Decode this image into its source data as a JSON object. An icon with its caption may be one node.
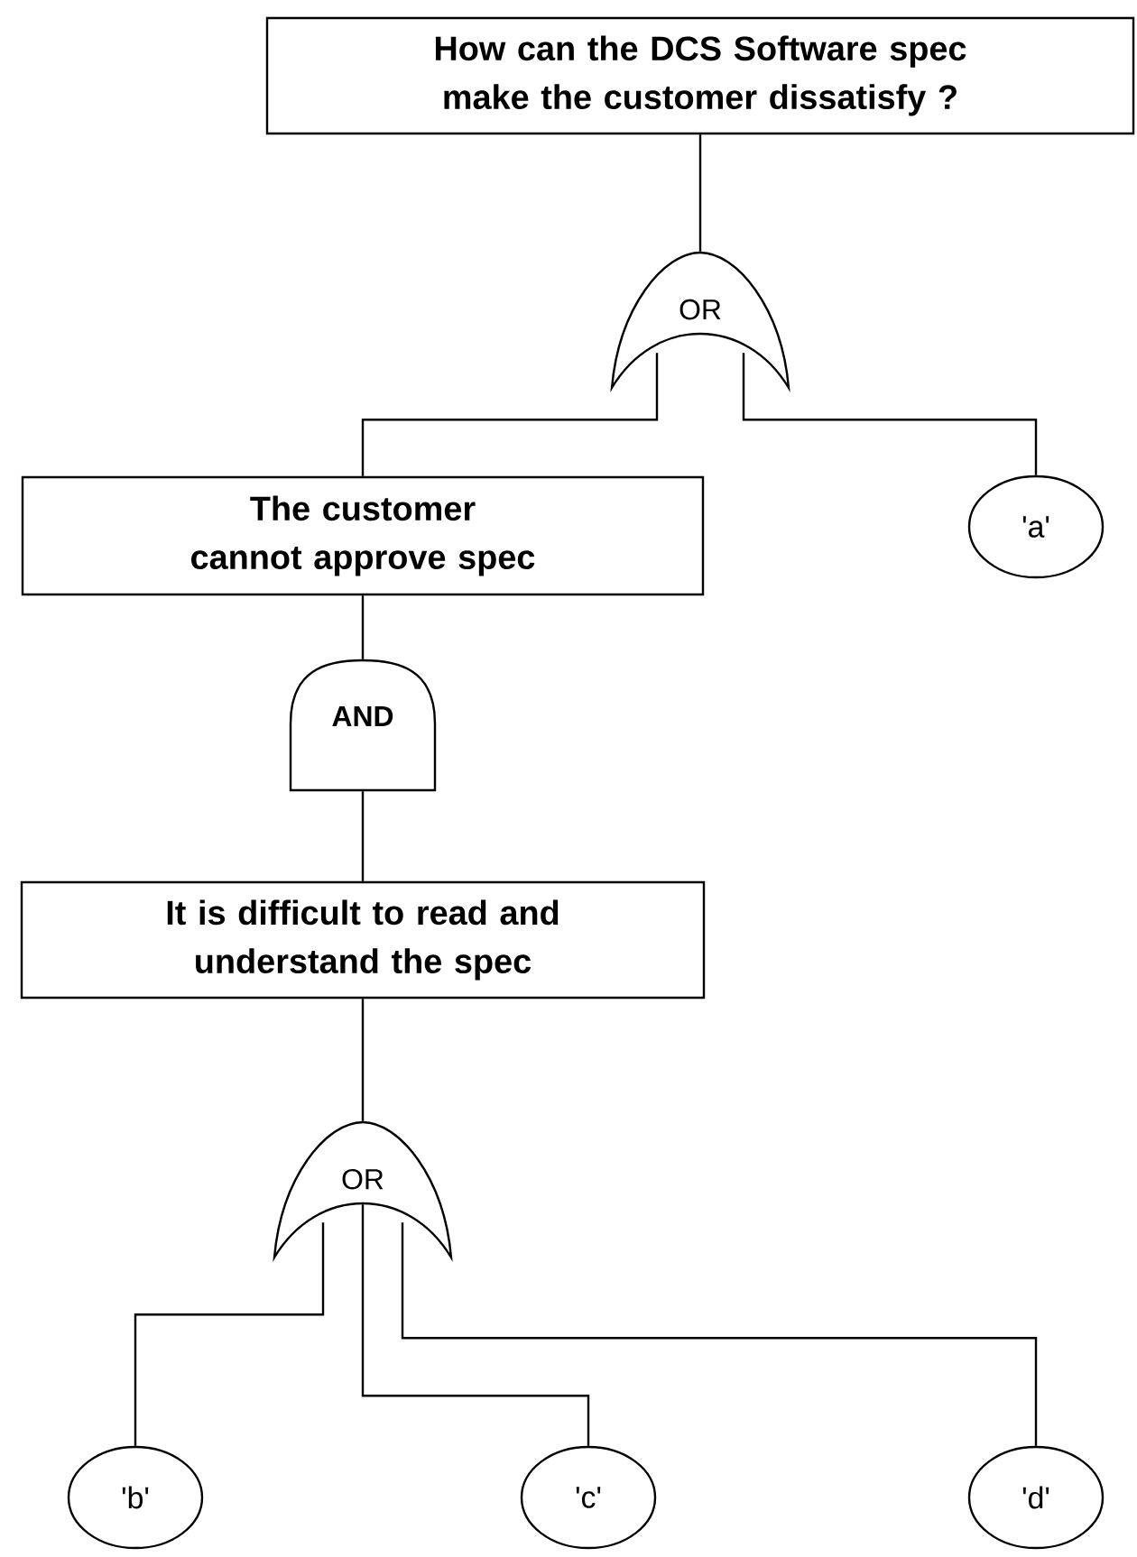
{
  "diagram": {
    "nodes": [
      {
        "text": [
          "How can the DCS Software spec make the customer dissatisfy ?"
        ]
      },
      {
        "text": [
          "OR"
        ]
      },
      {
        "text": [
          "The customer cannot approve spec"
        ]
      },
      {
        "text": [
          "'a'"
        ]
      },
      {
        "text": [
          "AND"
        ]
      },
      {
        "text": [
          "It is difficult to read and understand the spec"
        ]
      },
      {
        "text": [
          "OR"
        ]
      },
      {
        "text": [
          "'b'"
        ]
      },
      {
        "text": [
          "'c'"
        ]
      },
      {
        "text": [
          "'d'"
        ]
      }
    ],
    "edges": [
      {
        "from": 0,
        "to": 1,
        "arrow": "none"
      },
      {
        "from": 1,
        "to": 2,
        "arrow": "none"
      },
      {
        "from": 1,
        "to": 3,
        "arrow": "none"
      },
      {
        "from": 2,
        "to": 4,
        "arrow": "none"
      },
      {
        "from": 4,
        "to": 5,
        "arrow": "none"
      },
      {
        "from": 5,
        "to": 6,
        "arrow": "none"
      },
      {
        "from": 6,
        "to": 7,
        "arrow": "none"
      },
      {
        "from": 6,
        "to": 8,
        "arrow": "none"
      },
      {
        "from": 6,
        "to": 9,
        "arrow": "none"
      }
    ]
  }
}
